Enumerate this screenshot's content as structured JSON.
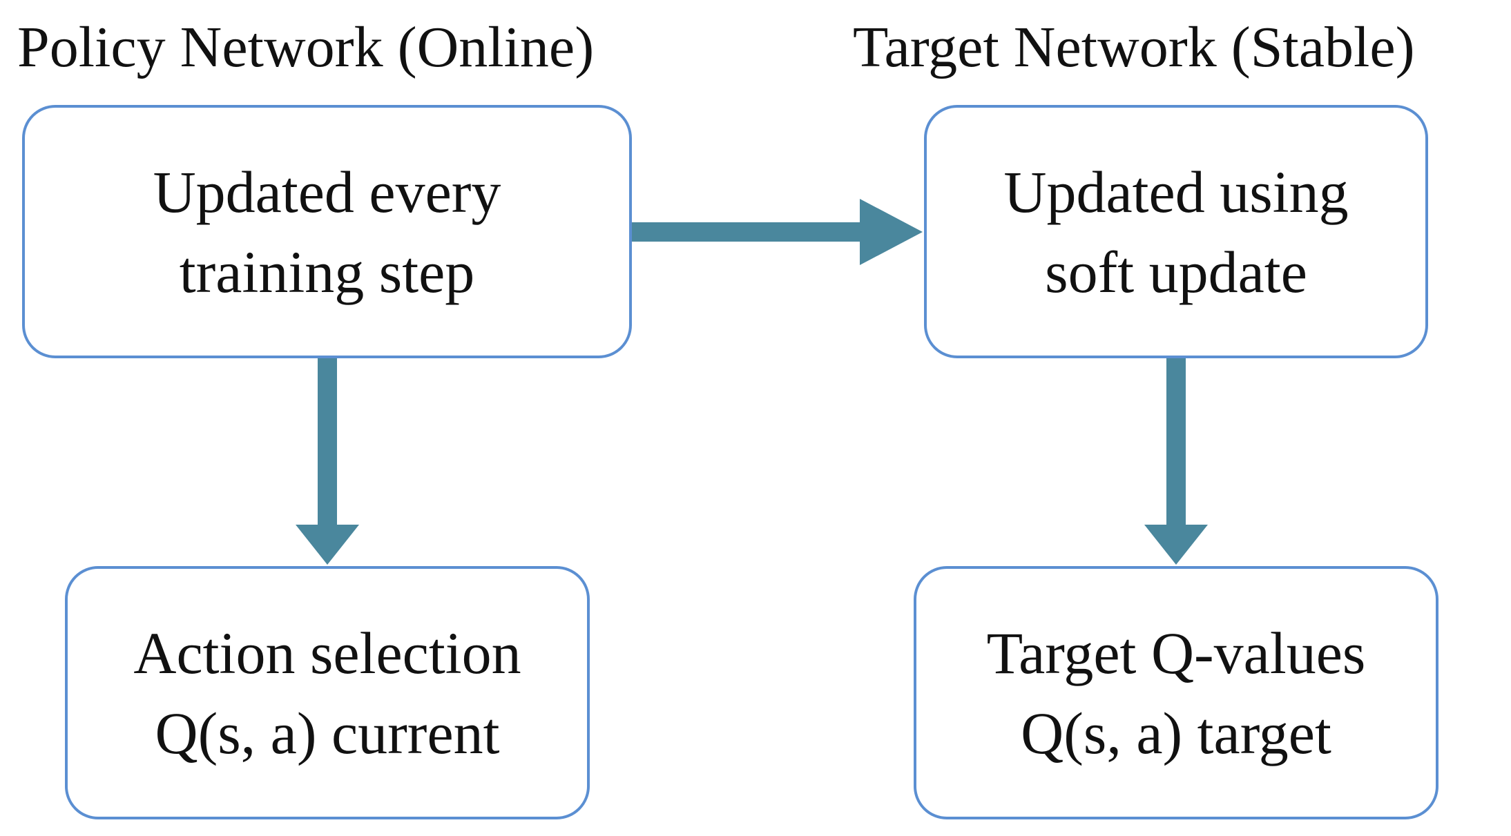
{
  "colors": {
    "box_border": "#5B8FD2",
    "arrow": "#4A879D"
  },
  "headings": {
    "policy": "Policy Network (Online)",
    "target": "Target Network (Stable)"
  },
  "boxes": {
    "policy_update": {
      "line1": "Updated every",
      "line2": "training step"
    },
    "target_update": {
      "line1": "Updated using",
      "line2": "soft update"
    },
    "action_selection": {
      "line1": "Action selection",
      "line2": "Q(s, a) current"
    },
    "target_q": {
      "line1": "Target Q-values",
      "line2": "Q(s, a) target"
    }
  }
}
